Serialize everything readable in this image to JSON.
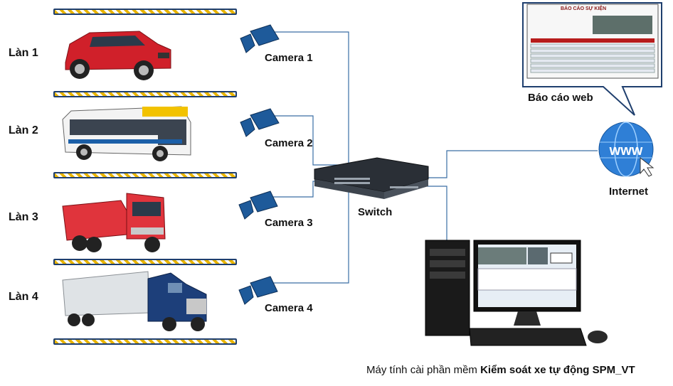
{
  "lanes": [
    {
      "label": "Làn 1",
      "camera": "Camera 1",
      "vehicle": "suv-car"
    },
    {
      "label": "Làn 2",
      "camera": "Camera 2",
      "vehicle": "city-bus"
    },
    {
      "label": "Làn 3",
      "camera": "Camera 3",
      "vehicle": "dump-truck"
    },
    {
      "label": "Làn 4",
      "camera": "Camera 4",
      "vehicle": "semi-truck"
    }
  ],
  "switch_label": "Switch",
  "internet_label": "Internet",
  "web_report_label": "Báo cáo web",
  "web_report_screen_title": "BÁO CÁO SỰ KIỆN",
  "computer_caption": {
    "prefix": "Máy tính cài phần mềm ",
    "bold": "Kiểm soát xe tự động SPM_VT"
  },
  "colors": {
    "line": "#3a6ea5",
    "stripe": "#e8b400",
    "camera": "#1e5a9a",
    "bar_border": "#1f3f6e"
  }
}
